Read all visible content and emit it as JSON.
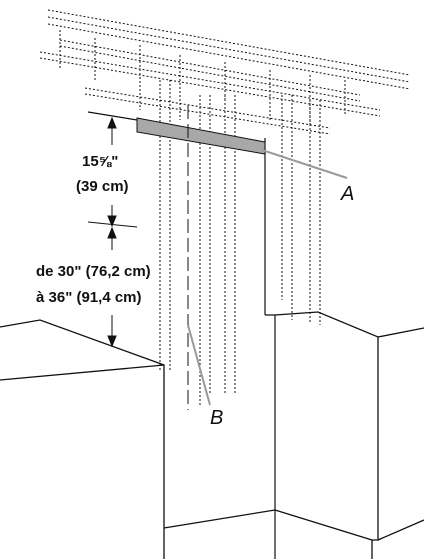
{
  "diagram": {
    "dimensions": {
      "upper_fraction": "15⅝\"",
      "upper_metric": "(39 cm)",
      "lower_range_line1": "de 30\" (76,2 cm)",
      "lower_range_line2": "à 36\" (91,4 cm)"
    },
    "callouts": {
      "a": "A",
      "b": "B"
    },
    "colors": {
      "line": "#111111",
      "mounting_bracket": "#a8a8a8",
      "leader": "#9a9a9a"
    }
  }
}
